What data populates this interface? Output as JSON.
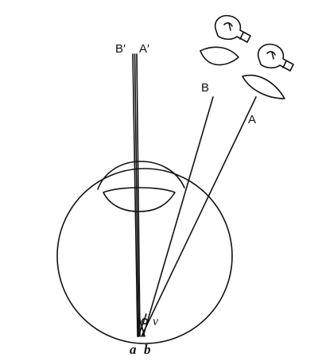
{
  "diagram": {
    "labels": {
      "b_prime": "B′",
      "a_prime": "A′",
      "b": "B",
      "a": "A",
      "v": "v",
      "retina_a": "a",
      "retina_b": "b"
    },
    "colors": {
      "ink": "#111111",
      "background": "#ffffff"
    },
    "icons": [
      "light-bulb-icon",
      "light-bulb-icon"
    ]
  }
}
